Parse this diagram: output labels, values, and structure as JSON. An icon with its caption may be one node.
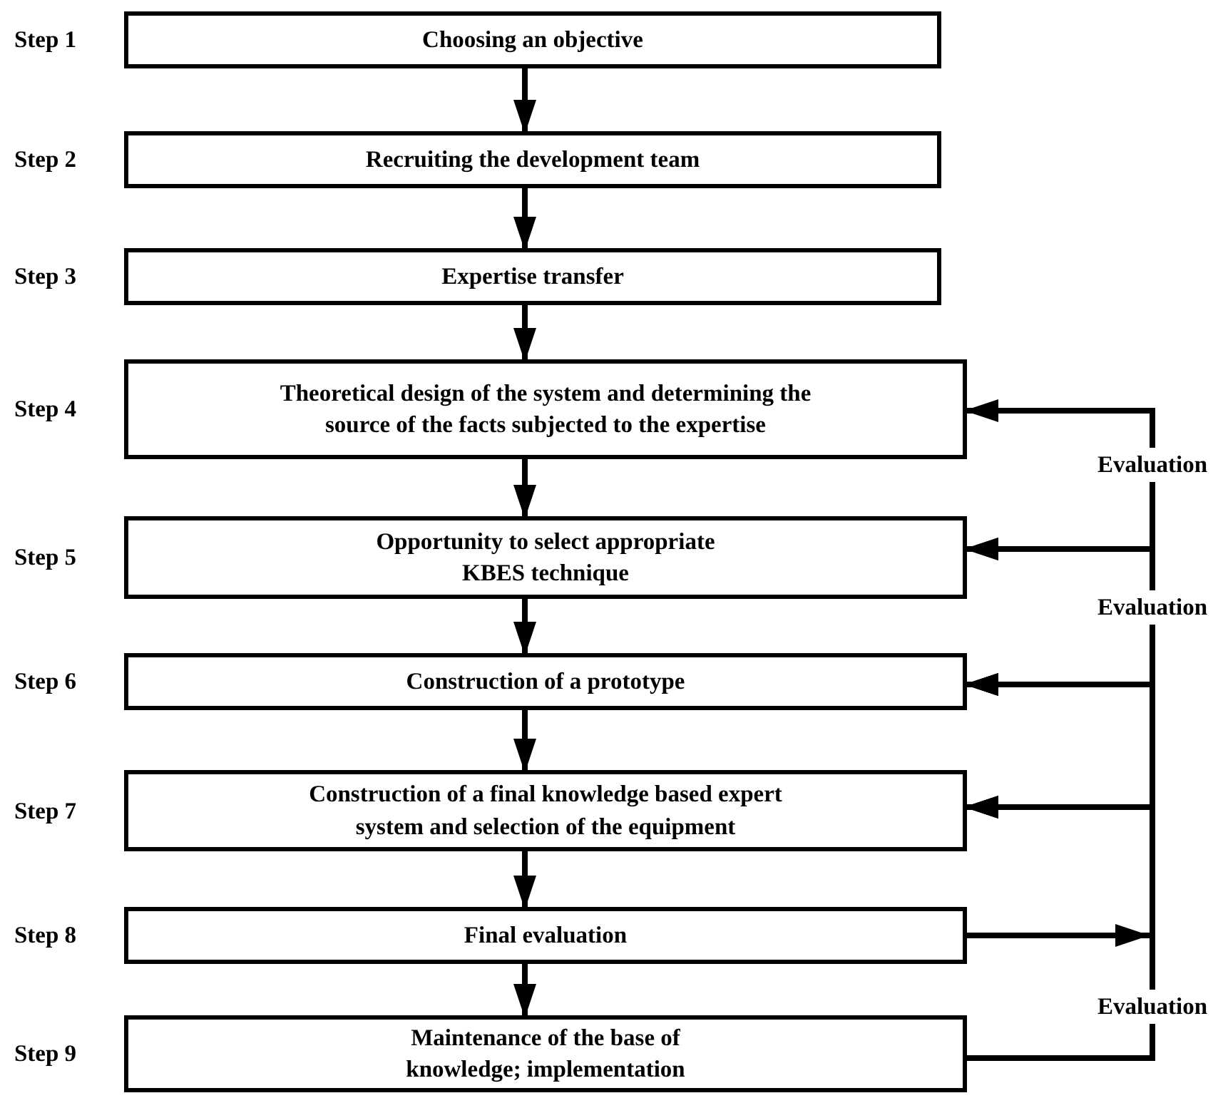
{
  "diagram": {
    "nodes": [
      {
        "text": [
          "Choosing an objective"
        ],
        "beside": [
          "Step 1"
        ]
      },
      {
        "text": [
          "Recruiting the development team"
        ],
        "beside": [
          "Step 2"
        ]
      },
      {
        "text": [
          "Expertise transfer"
        ],
        "beside": [
          "Step 3"
        ]
      },
      {
        "text": [
          "Theoretical design of the system and determining the source of the facts subjected to the expertise"
        ],
        "beside": [
          "Step 4"
        ]
      },
      {
        "text": [
          "Opportunity to select appropriate KBES technique"
        ],
        "beside": [
          "Step 5"
        ]
      },
      {
        "text": [
          "Construction of a prototype"
        ],
        "beside": [
          "Step 6"
        ]
      },
      {
        "text": [
          "Construction of a final knowledge based expert system and selection of the equipment"
        ],
        "beside": [
          "Step 7"
        ]
      },
      {
        "text": [
          "Final evaluation"
        ],
        "beside": [
          "Step 8"
        ]
      },
      {
        "text": [
          "Maintenance of the base of knowledge; implementation"
        ],
        "beside": [
          "Step 9"
        ]
      },
      {
        "text": [
          "Evaluation"
        ]
      },
      {
        "text": [
          "Evaluation"
        ]
      },
      {
        "text": [
          "Evaluation"
        ]
      }
    ],
    "edges": [
      {
        "from": 0,
        "to": 1,
        "arrow": "to"
      },
      {
        "from": 1,
        "to": 2,
        "arrow": "to"
      },
      {
        "from": 2,
        "to": 3,
        "arrow": "to"
      },
      {
        "from": 3,
        "to": 4,
        "arrow": "to"
      },
      {
        "from": 4,
        "to": 5,
        "arrow": "to"
      },
      {
        "from": 5,
        "to": 6,
        "arrow": "to"
      },
      {
        "from": 6,
        "to": 7,
        "arrow": "to"
      },
      {
        "from": 7,
        "to": 8,
        "arrow": "to"
      },
      {
        "from": 9,
        "to": 3,
        "arrow": "to"
      },
      {
        "from": 9,
        "to": 4,
        "arrow": "to"
      },
      {
        "from": 10,
        "to": 4,
        "arrow": "to"
      },
      {
        "from": 10,
        "to": 5,
        "arrow": "to"
      },
      {
        "from": 10,
        "to": 6,
        "arrow": "to"
      },
      {
        "from": 7,
        "to": 5,
        "arrow": "to"
      },
      {
        "from": 7,
        "to": 6,
        "arrow": "to"
      },
      {
        "from": 11,
        "to": 5,
        "arrow": "to"
      },
      {
        "from": 11,
        "to": 6,
        "arrow": "to"
      },
      {
        "from": 8,
        "to": 11,
        "arrow": "none"
      }
    ]
  }
}
